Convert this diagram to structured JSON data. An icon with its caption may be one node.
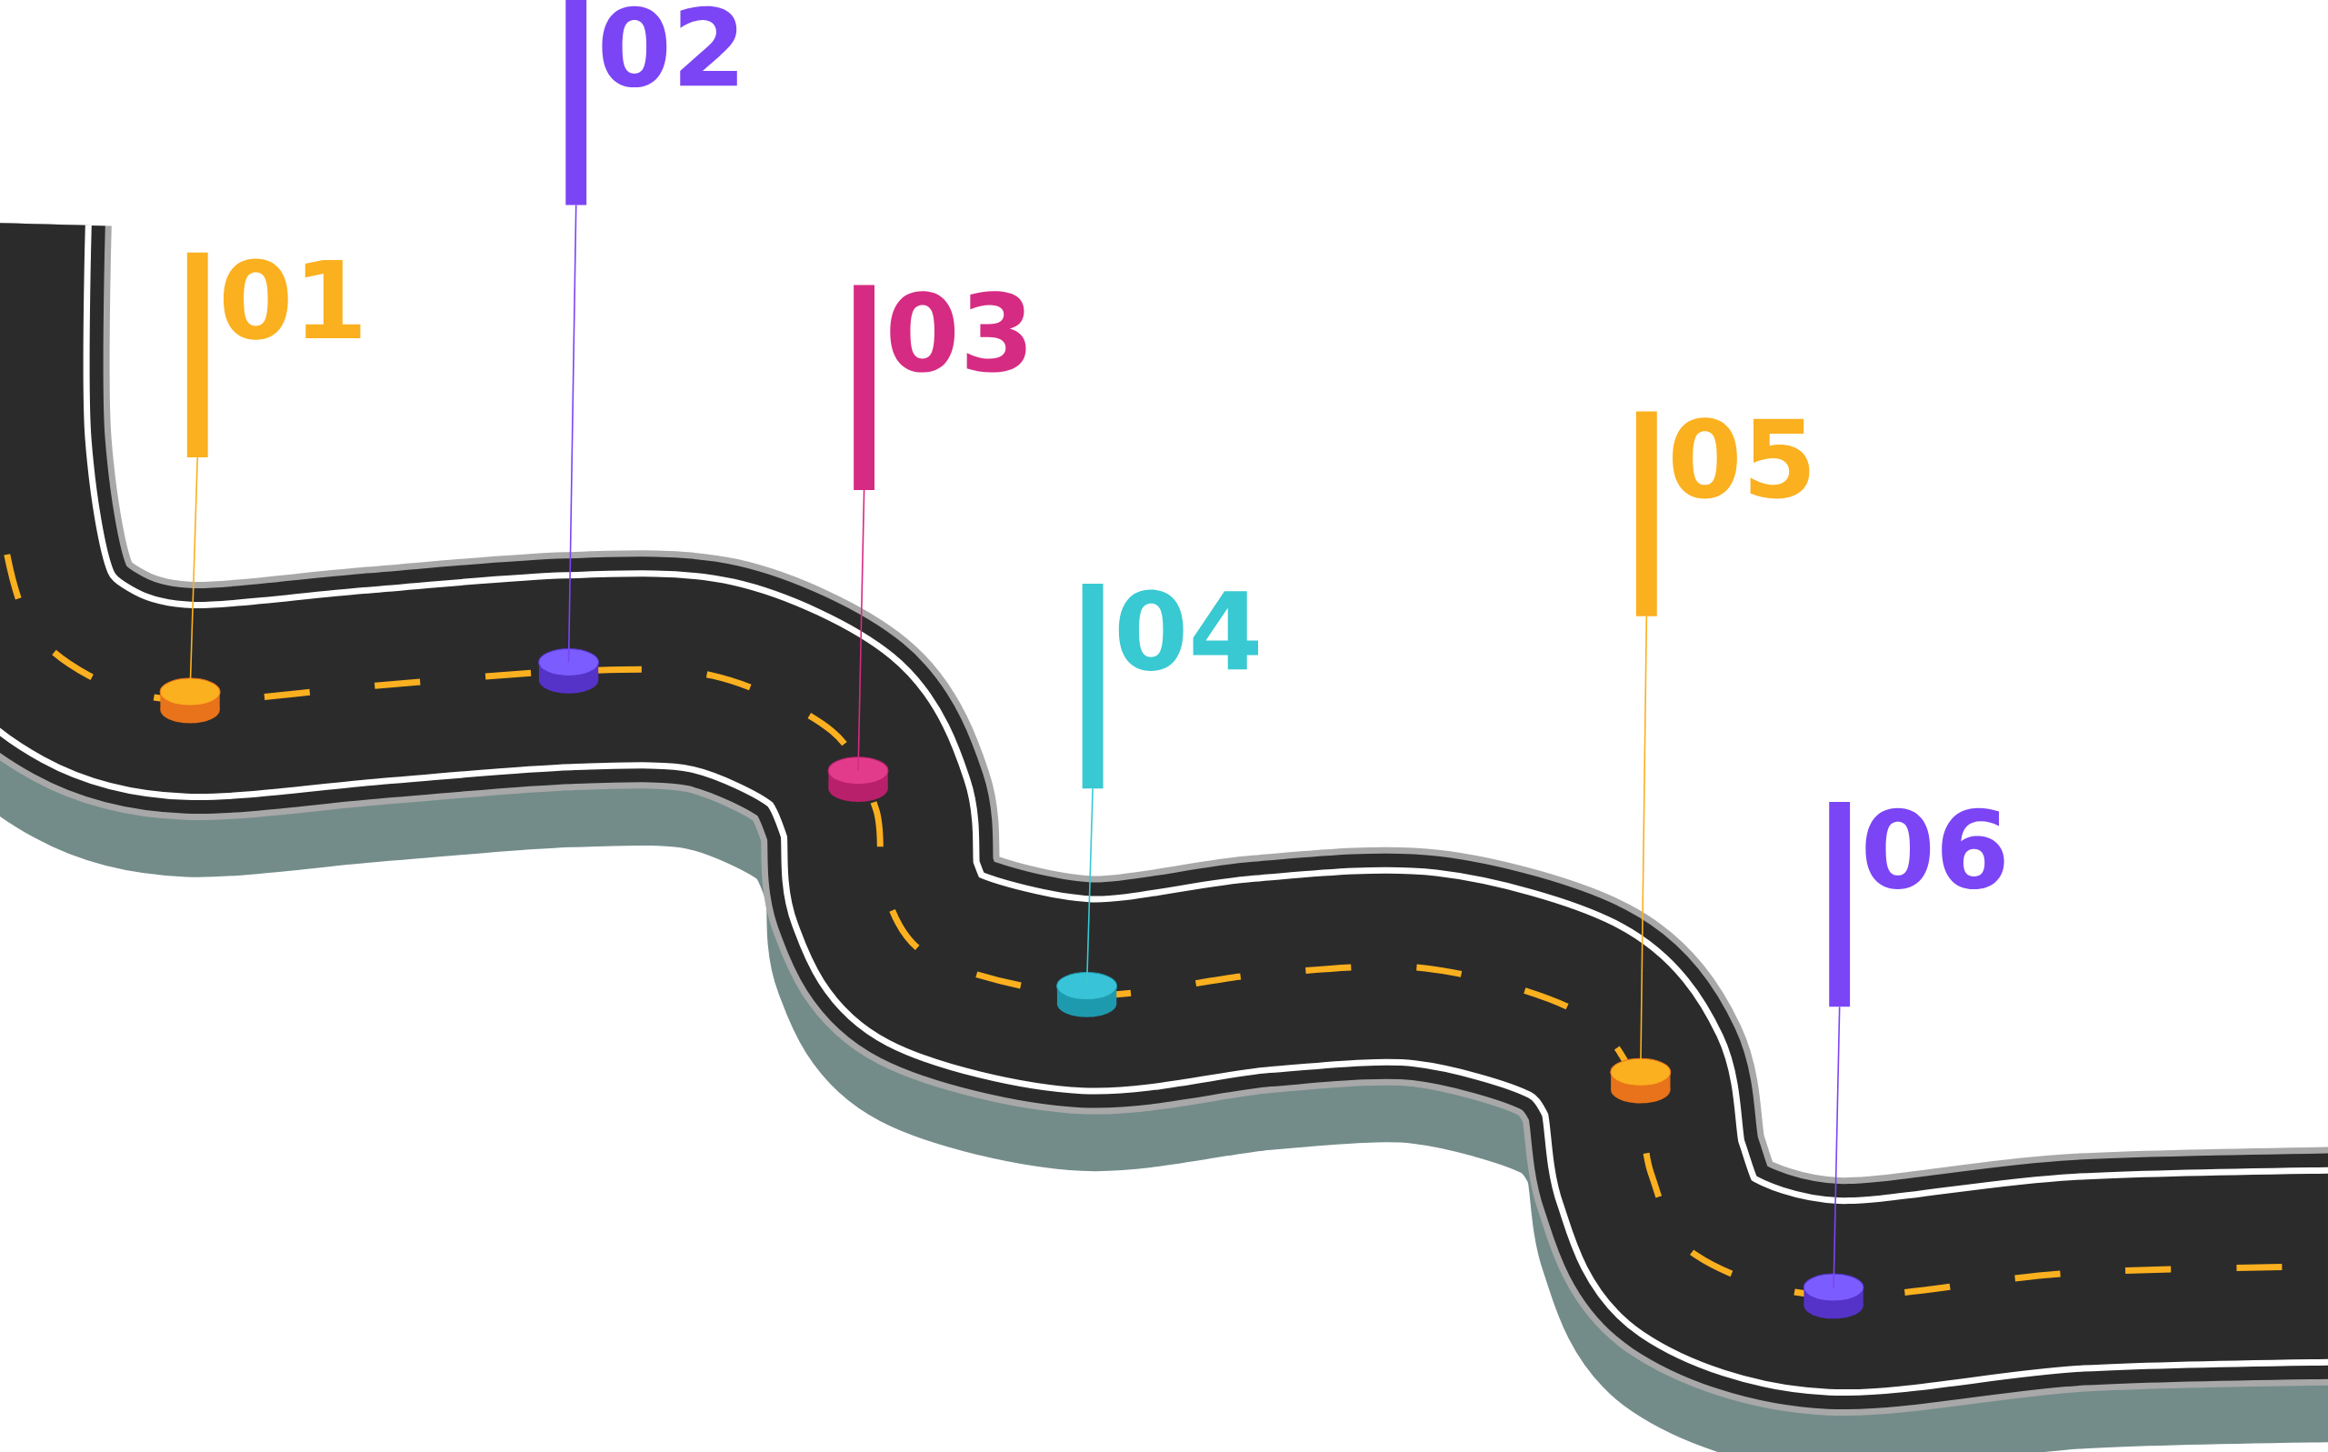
{
  "diagram": {
    "nodes": [
      {
        "text": [
          "01"
        ]
      },
      {
        "text": [],
        "shape": "cylinder"
      },
      {
        "text": [
          "02"
        ]
      },
      {
        "text": [],
        "shape": "cylinder"
      },
      {
        "text": [
          "03"
        ]
      },
      {
        "text": [],
        "shape": "cylinder"
      },
      {
        "text": [
          "04"
        ]
      },
      {
        "text": [],
        "shape": "cylinder"
      },
      {
        "text": [
          "05"
        ]
      },
      {
        "text": [],
        "shape": "cylinder"
      },
      {
        "text": [
          "06"
        ]
      },
      {
        "text": [],
        "shape": "cylinder"
      }
    ],
    "edges": [
      {
        "from": 0,
        "to": 1,
        "arrow": "none",
        "color": "#fbb01f"
      },
      {
        "from": 2,
        "to": 3,
        "arrow": "none",
        "color": "#7b45f5"
      },
      {
        "from": 4,
        "to": 5,
        "arrow": "none",
        "color": "#d62b82"
      },
      {
        "from": 6,
        "to": 7,
        "arrow": "none",
        "color": "#38c9d2"
      },
      {
        "from": 8,
        "to": 9,
        "arrow": "none",
        "color": "#fbb01f"
      },
      {
        "from": 10,
        "to": 11,
        "arrow": "none",
        "color": "#7b45f5"
      }
    ]
  }
}
